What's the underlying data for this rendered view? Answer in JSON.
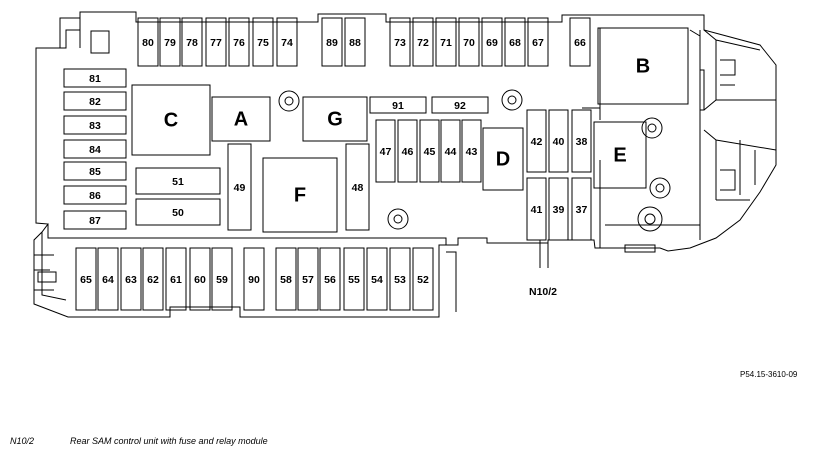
{
  "fuses": {
    "top_row": [
      "80",
      "79",
      "78",
      "77",
      "76",
      "75",
      "74",
      "89",
      "88",
      "73",
      "72",
      "71",
      "70",
      "69",
      "68",
      "67",
      "66"
    ],
    "left_column": [
      "81",
      "82",
      "83",
      "84",
      "85",
      "86",
      "87"
    ],
    "bottom_row": [
      "65",
      "64",
      "63",
      "62",
      "61",
      "60",
      "59",
      "90",
      "58",
      "57",
      "56",
      "55",
      "54",
      "53",
      "52"
    ],
    "middle_wide": [
      "91",
      "92",
      "51",
      "50"
    ],
    "middle_tall": [
      "47",
      "46",
      "45",
      "44",
      "43",
      "49",
      "48"
    ],
    "right_tall": [
      "42",
      "40",
      "38",
      "41",
      "39",
      "37"
    ]
  },
  "relays": [
    "A",
    "B",
    "C",
    "D",
    "E",
    "F",
    "G"
  ],
  "callout": "N10/2",
  "reference_code": "P54.15-3610-09",
  "legend": {
    "code": "N10/2",
    "description": "Rear SAM control unit with fuse and relay module"
  }
}
